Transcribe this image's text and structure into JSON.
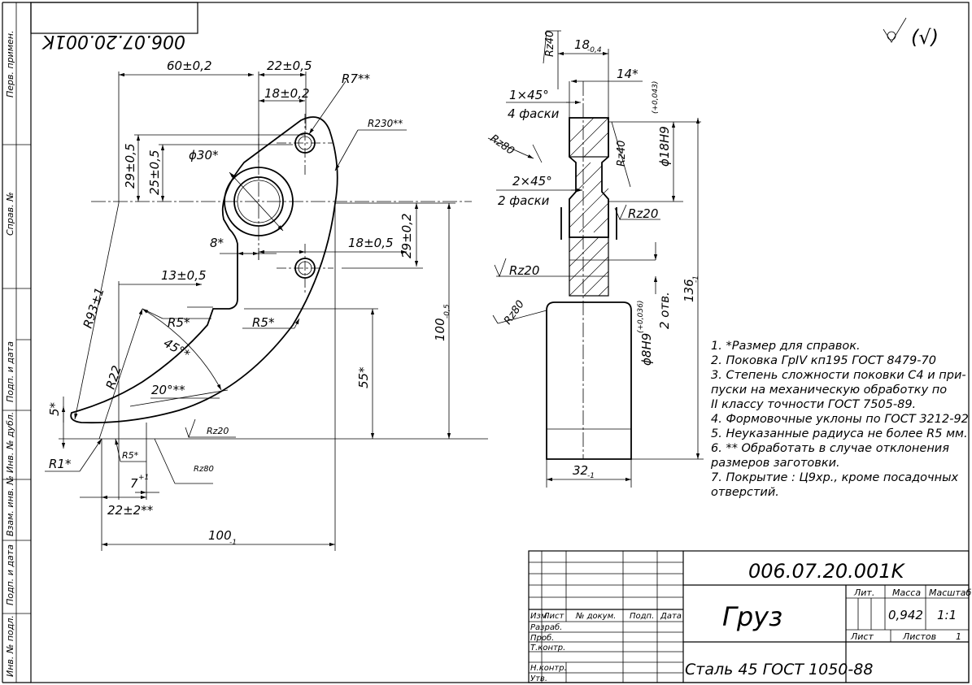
{
  "drawing": {
    "mirror_number": "006.07.20.001K",
    "roughness_general": "(√)",
    "side_labels": [
      "Перв. примен.",
      "Справ. №",
      "Подп. и дата",
      "Инв. № дубл.",
      "Взам. инв. №",
      "Подп. и дата",
      "Инв. № подл."
    ],
    "front_view": {
      "dims": {
        "d60": "60±0,2",
        "d22": "22±0,5",
        "d18a": "18±0,2",
        "r7": "R7**",
        "r230": "R230**",
        "d29a": "29±0,5",
        "d25": "25±0,5",
        "phi30": "ϕ30*",
        "d8": "8*",
        "d18b": "18±0,5",
        "d29b": "29±0,2",
        "d13": "13±0,5",
        "r93": "R93±1",
        "r5a": "R5*",
        "r5b": "R5*",
        "a45": "45°*",
        "r22": "R22",
        "a20": "20°**",
        "d5": "5*",
        "rz20": "Rz20",
        "r1": "R1*",
        "r5c": "R5*",
        "d7": "7",
        "d7tol": "+1",
        "rz80": "Rz80",
        "d22b": "22±2**",
        "d100a": "100",
        "d100a_tol": "-1",
        "d55": "55*",
        "d100b": "100",
        "d100b_tol": "-0,5"
      }
    },
    "section_view": {
      "dims": {
        "rz40a": "Rz40",
        "d18": "18",
        "d18tol": "-0,4",
        "ch1": "1×45°",
        "ch1n": "4 фаски",
        "d14": "14*",
        "rz80a": "Rz80",
        "rz40b": "Rz40",
        "phi18": "ϕ18H9",
        "phi18tol": "(+0,043)",
        "ch2": "2×45°",
        "ch2n": "2 фаски",
        "rz20a": "Rz20",
        "rz20b": "Rz20",
        "rz80b": "Rz80",
        "phi8": "ϕ8H9",
        "phi8tol": "(+0,036)",
        "holes": "2 отв.",
        "d136": "136",
        "d136tol": "-1",
        "d32": "32",
        "d32tol": "-1"
      }
    },
    "notes": [
      "1. *Размер для справок.",
      "2. Поковка ГрIV кп195 ГОСТ 8479-70",
      "3. Степень сложности поковки С4 и при-",
      "пуски на механическую обработку по",
      "II классу точности ГОСТ 7505-89.",
      "4. Формовочные уклоны по ГОСТ 3212-92",
      "5. Неуказанные радиуса не более R5 мм.",
      "6. ** Обработать в случае отклонения",
      " размеров заготовки.",
      "7. Покрытие : Ц9хр., кроме посадочных",
      "отверстий."
    ]
  },
  "title_block": {
    "designation": "006.07.20.001K",
    "name": "Груз",
    "material": "Сталь 45 ГОСТ 1050-88",
    "lit_label": "Лит.",
    "mass_label": "Масса",
    "scale_label": "Масштаб",
    "mass_value": "0,942",
    "scale_value": "1:1",
    "sheet_label": "Лист",
    "sheets_label": "Листов",
    "sheets_value": "1",
    "col_labels": [
      "Изм",
      "Лист",
      "№ докум.",
      "Подп.",
      "Дата"
    ],
    "row_labels": [
      "Разраб.",
      "Проб.",
      "Т.контр.",
      "Н.контр.",
      "Утв."
    ]
  }
}
